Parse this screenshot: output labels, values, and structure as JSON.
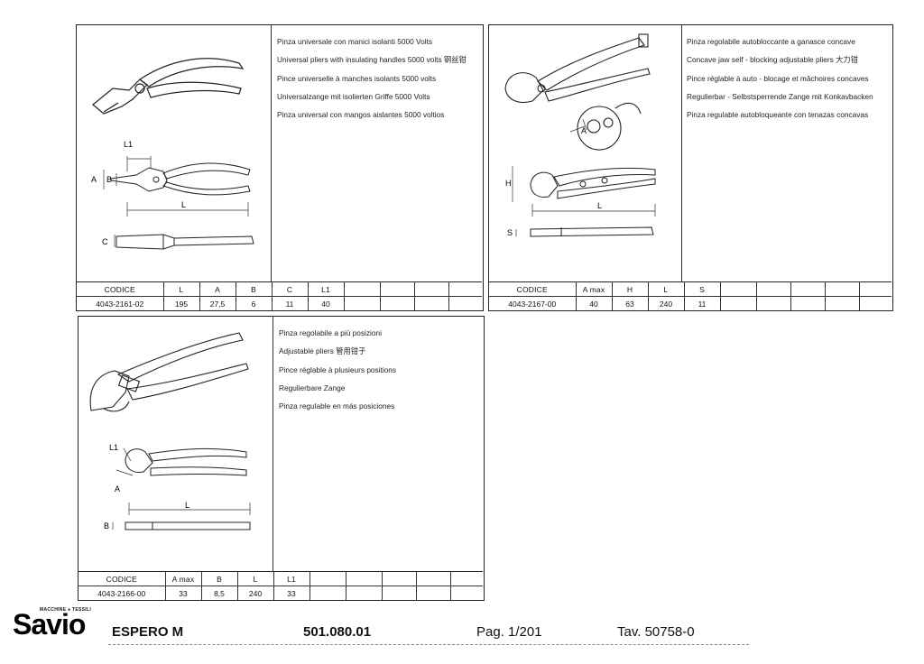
{
  "panels": [
    {
      "id": "universal-pliers",
      "descriptions": [
        "Pinza universale con manici isolanti 5000 Volts",
        "Universal pliers with insulating handles 5000 volts 钢丝钳",
        "Pince universelle à manches isolants 5000 volts",
        "Universalzange mit isolierten Griffe 5000 Volts",
        "Pinza universal con mangos aislantes 5000 voltios"
      ],
      "dimension_labels": {
        "l1": "L1",
        "a": "A",
        "b": "B",
        "l": "L",
        "c": "C"
      },
      "table": {
        "headers": [
          "CODICE",
          "L",
          "A",
          "B",
          "C",
          "L1",
          "",
          "",
          "",
          ""
        ],
        "values": [
          "4043-2161-02",
          "195",
          "27,5",
          "6",
          "11",
          "40",
          "",
          "",
          "",
          ""
        ]
      }
    },
    {
      "id": "concave-jaw-pliers",
      "descriptions": [
        "Pinza regolabile autobloccante a ganasce concave",
        "Concave jaw self - blocking adjustable pliers 大力钳",
        "Pince réglable à auto - blocage et mâchoires concaves",
        "Regulierbar - Selbstsperrende Zange mit Konkavbacken",
        "Pinza regulable autobloqueante con tenazas concavas"
      ],
      "dimension_labels": {
        "a": "A",
        "h": "H",
        "l": "L",
        "s": "S"
      },
      "table": {
        "headers": [
          "CODICE",
          "A max",
          "H",
          "L",
          "S",
          "",
          "",
          "",
          "",
          ""
        ],
        "values": [
          "4043-2167-00",
          "40",
          "63",
          "240",
          "11",
          "",
          "",
          "",
          "",
          ""
        ]
      }
    },
    {
      "id": "adjustable-pliers",
      "descriptions": [
        "Pinza regolabile a più posizioni",
        "Adjustable pliers 管用钳子",
        "Pince réglable à plusieurs positions",
        "Regulierbare Zange",
        "Pinza regulable en más posiciones"
      ],
      "dimension_labels": {
        "l1": "L1",
        "a": "A",
        "l": "L",
        "b": "B"
      },
      "table": {
        "headers": [
          "CODICE",
          "A max",
          "B",
          "L",
          "L1",
          "",
          "",
          "",
          "",
          ""
        ],
        "values": [
          "4043-2166-00",
          "33",
          "8,5",
          "240",
          "33",
          "",
          "",
          "",
          "",
          ""
        ]
      }
    }
  ],
  "footer": {
    "logo": "Savio",
    "logo_tagline": "MACCHINE ● TESSILI",
    "model": "ESPERO M",
    "code": "501.080.01",
    "page": "Pag. 1/201",
    "tav": "Tav. 50758-0"
  }
}
